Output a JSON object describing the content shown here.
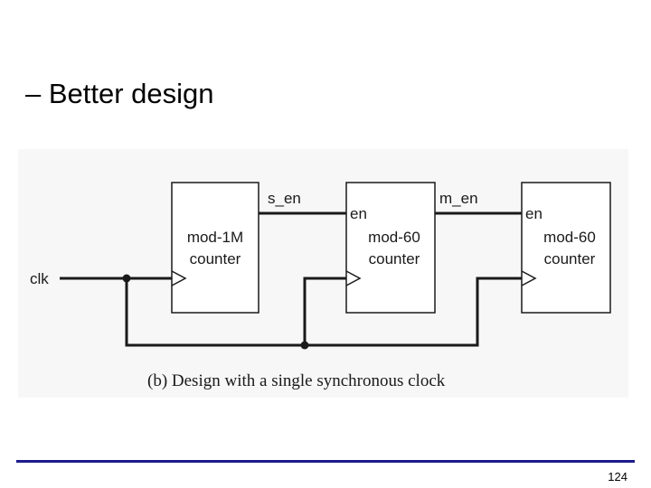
{
  "slide": {
    "heading": "– Better design",
    "page_number": "124"
  },
  "diagram": {
    "blocks": [
      {
        "name": "mod-1M",
        "line1": "mod-1M",
        "line2": "counter",
        "input": ""
      },
      {
        "name": "mod-60-first",
        "line1": "mod-60",
        "line2": "counter",
        "input": "en"
      },
      {
        "name": "mod-60-second",
        "line1": "mod-60",
        "line2": "counter",
        "input": "en"
      }
    ],
    "signals": {
      "clk": "clk",
      "s_en": "s_en",
      "m_en": "m_en"
    },
    "caption": "(b) Design with a single synchronous clock"
  },
  "colors": {
    "rule": "#1c1c8c",
    "figure_bg": "#f7f7f7",
    "line": "#1a1a1a"
  }
}
